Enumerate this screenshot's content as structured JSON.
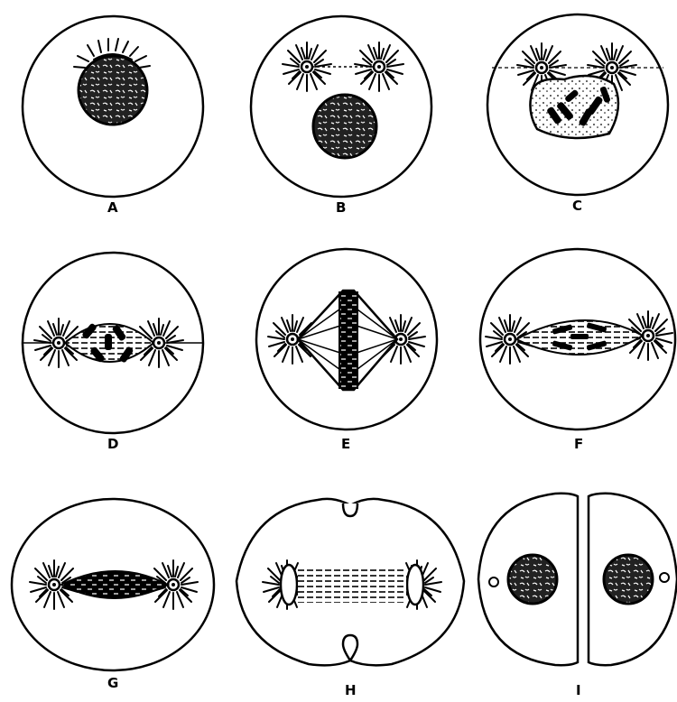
{
  "figure": {
    "panels": [
      {
        "id": "A",
        "label": "A"
      },
      {
        "id": "B",
        "label": "B"
      },
      {
        "id": "C",
        "label": "C"
      },
      {
        "id": "D",
        "label": "D"
      },
      {
        "id": "E",
        "label": "E"
      },
      {
        "id": "F",
        "label": "F"
      },
      {
        "id": "G",
        "label": "G"
      },
      {
        "id": "H",
        "label": "H"
      },
      {
        "id": "I",
        "label": "I"
      }
    ],
    "colors": {
      "ink": "#000000",
      "background": "#ffffff"
    }
  }
}
